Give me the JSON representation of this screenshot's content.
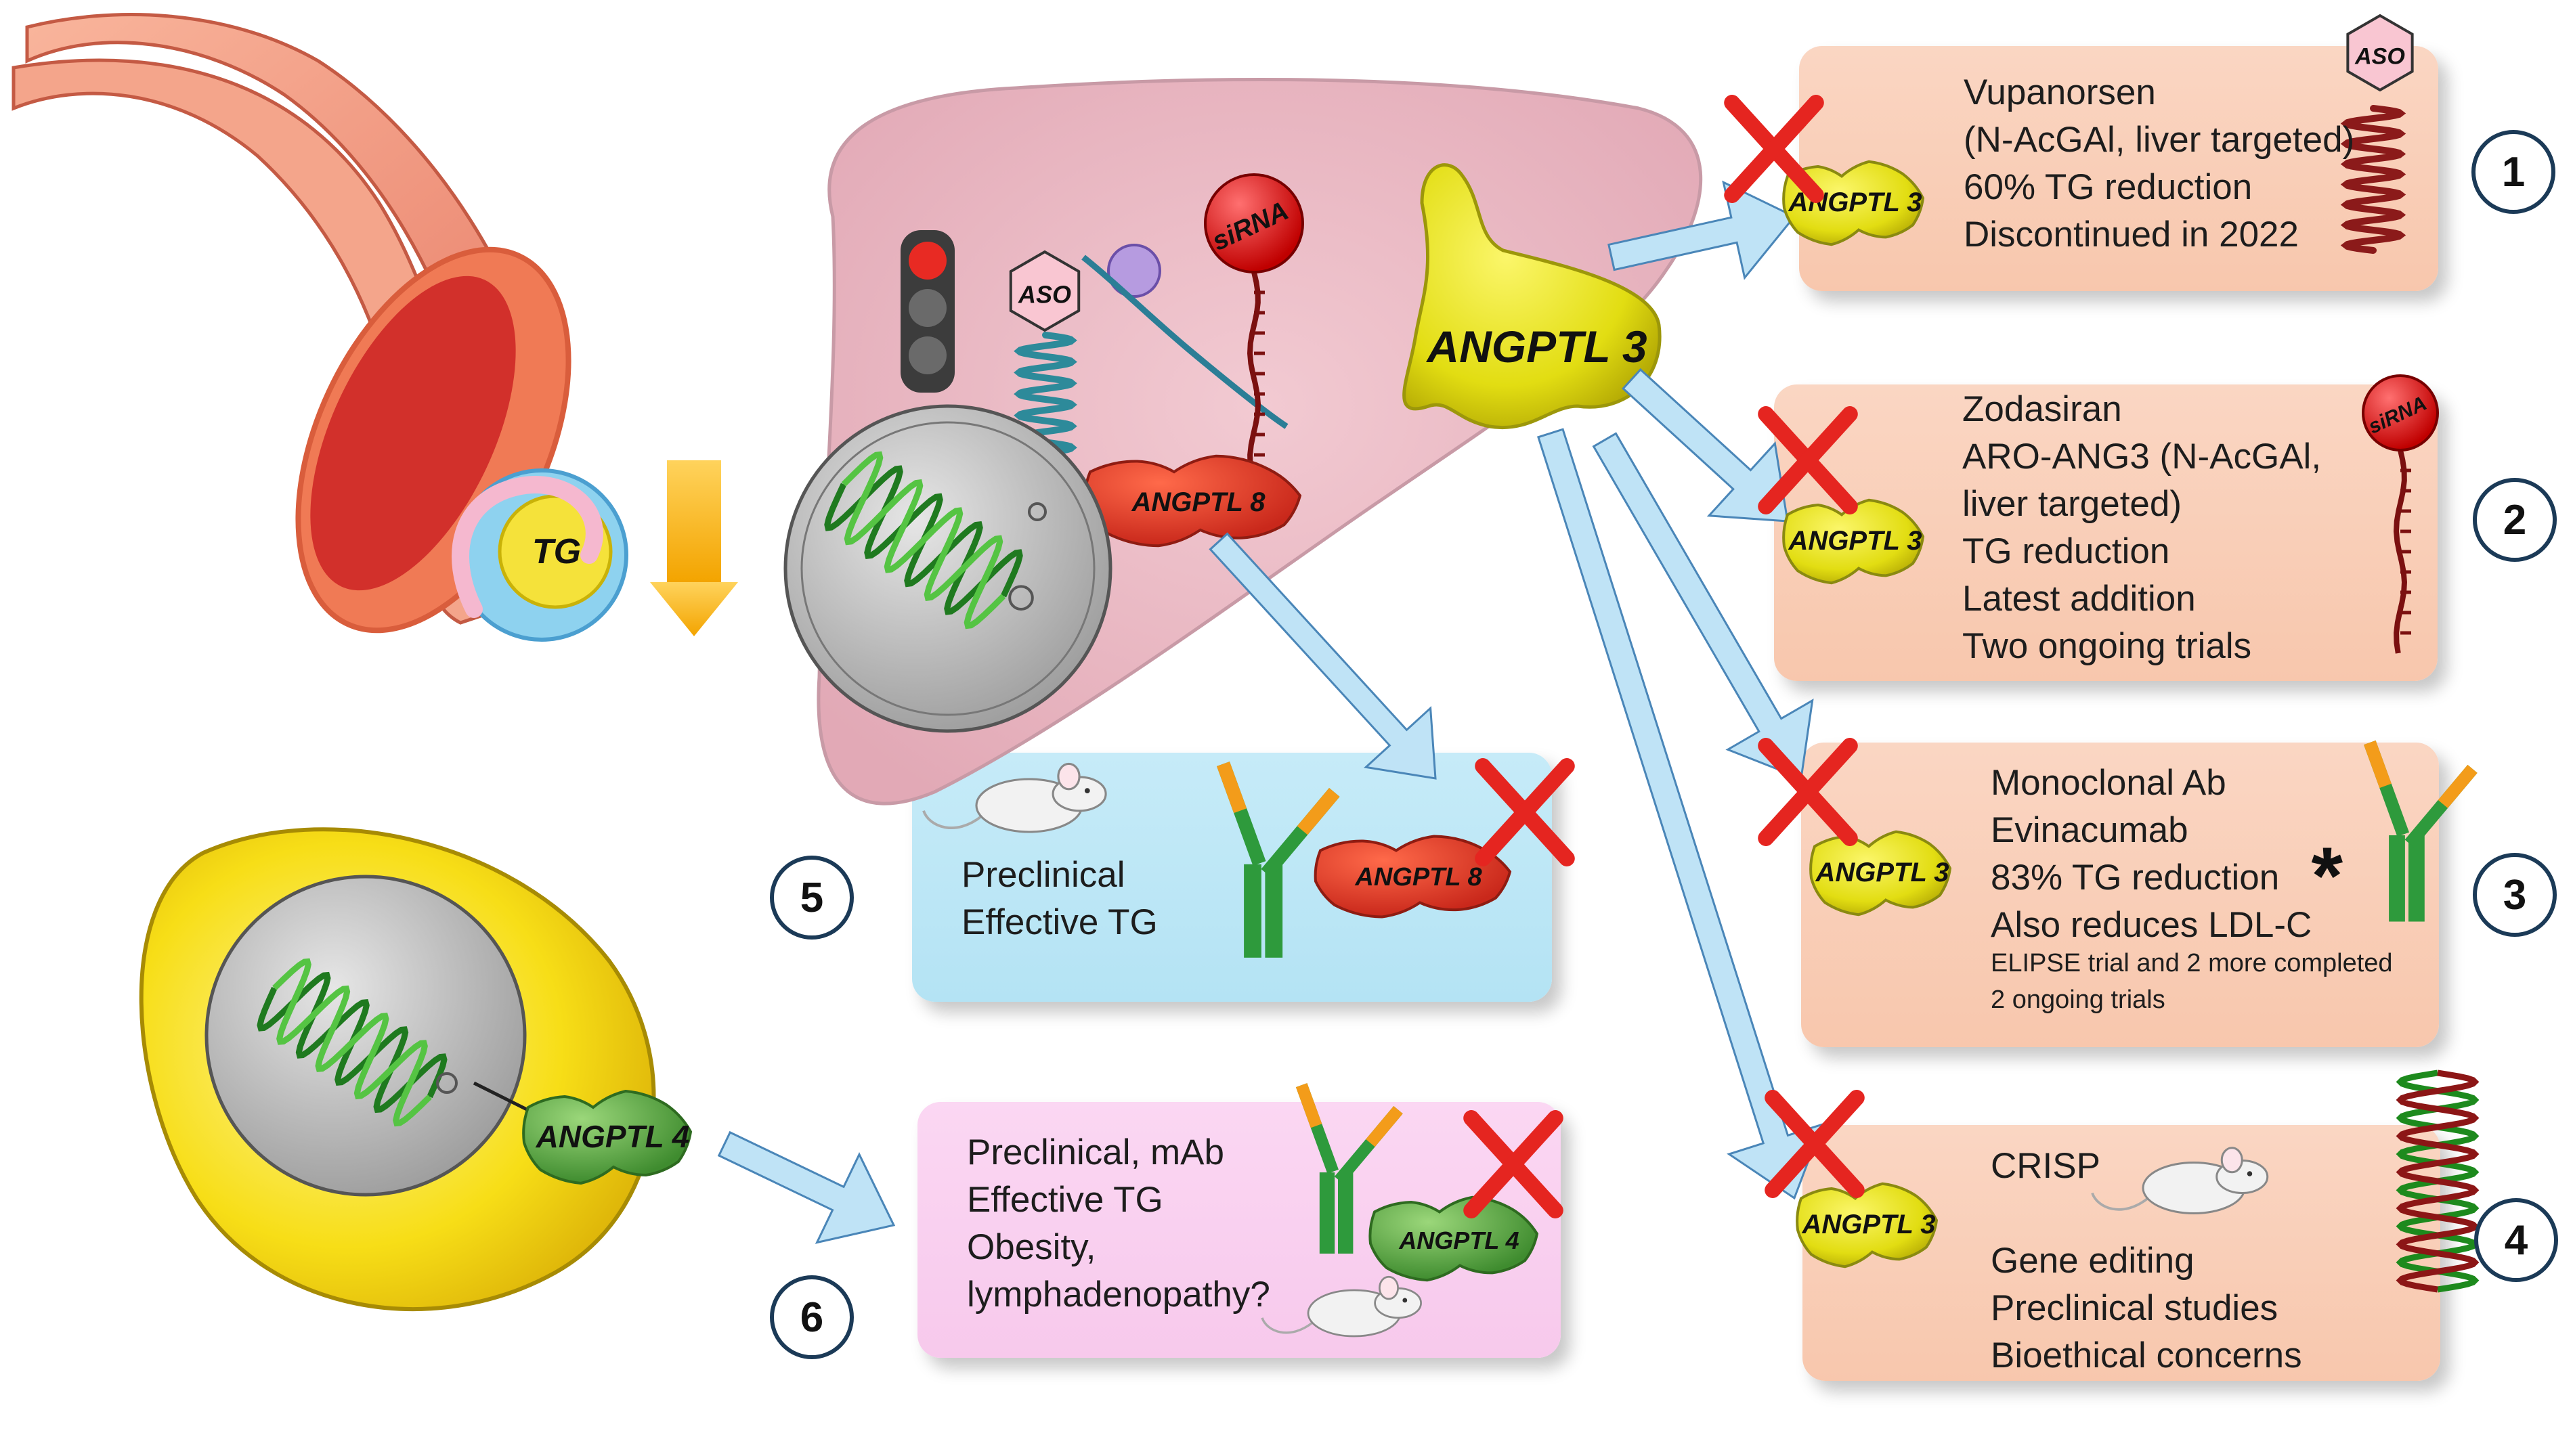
{
  "labels": {
    "tg": "TG",
    "aso": "ASO",
    "sirna": "siRNA",
    "angptl3": "ANGPTL 3",
    "angptl8": "ANGPTL 8",
    "angptl4": "ANGPTL 4"
  },
  "panels": [
    {
      "number": "1",
      "lines": [
        "Vupanorsen",
        "(N-AcGAl, liver targeted)",
        "60% TG reduction",
        "Discontinued  in 2022"
      ],
      "small_lines": []
    },
    {
      "number": "2",
      "lines": [
        "Zodasiran",
        "ARO-ANG3 (N-AcGAl,",
        "liver targeted)",
        "TG reduction",
        "Latest addition",
        "Two ongoing trials"
      ],
      "small_lines": []
    },
    {
      "number": "3",
      "lines": [
        "Monoclonal Ab",
        "Evinacumab",
        "83% TG reduction",
        "Also reduces LDL-C"
      ],
      "small_lines": [
        "ELIPSE trial and 2 more completed",
        "2 ongoing trials"
      ]
    },
    {
      "number": "4",
      "lines": [
        "CRISP",
        "",
        "Gene editing",
        "Preclinical studies",
        "Bioethical concerns"
      ],
      "small_lines": []
    },
    {
      "number": "5",
      "lines": [
        "Preclinical",
        "Effective TG"
      ],
      "small_lines": []
    },
    {
      "number": "6",
      "lines": [
        "Preclinical, mAb",
        "Effective TG",
        "Obesity,",
        "lymphadenopathy?"
      ],
      "small_lines": []
    }
  ],
  "colors": {
    "panel_peach": "#f9ccb4",
    "panel_blue": "#b9e5f5",
    "panel_pink": "#f8cdee",
    "liver": "#ebbcc5",
    "angptl3": "#e3e21c",
    "angptl8": "#e8502a",
    "angptl4": "#6ab34d",
    "cross": "#e52520",
    "arrow": "#bfe3f6",
    "fat_cell": "#f5dc1a"
  }
}
